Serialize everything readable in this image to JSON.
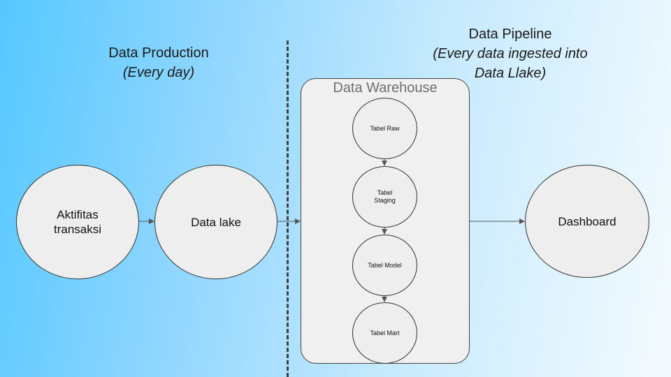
{
  "sections": {
    "production": {
      "title": "Data Production",
      "subtitle": "(Every day)"
    },
    "pipeline": {
      "title": "Data Pipeline",
      "subtitle_line1": "(Every data ingested into",
      "subtitle_line2": "Data Llake)"
    }
  },
  "warehouse": {
    "title": "Data Warehouse",
    "tables": {
      "raw": "Tabel Raw",
      "staging_line1": "Tabel",
      "staging_line2": "Staging",
      "model": "Tabel Model",
      "mart": "Tabel Mart"
    }
  },
  "nodes": {
    "aktifitas_line1": "Aktifitas",
    "aktifitas_line2": "transaksi",
    "datalake": "Data lake",
    "dashboard": "Dashboard"
  },
  "colors": {
    "gradient_start": "#55c8ff",
    "gradient_end": "#f4fbff",
    "node_fill": "#eeeeee",
    "warehouse_fill": "#f0f0f0",
    "divider": "#404040",
    "arrow": "#555555"
  }
}
